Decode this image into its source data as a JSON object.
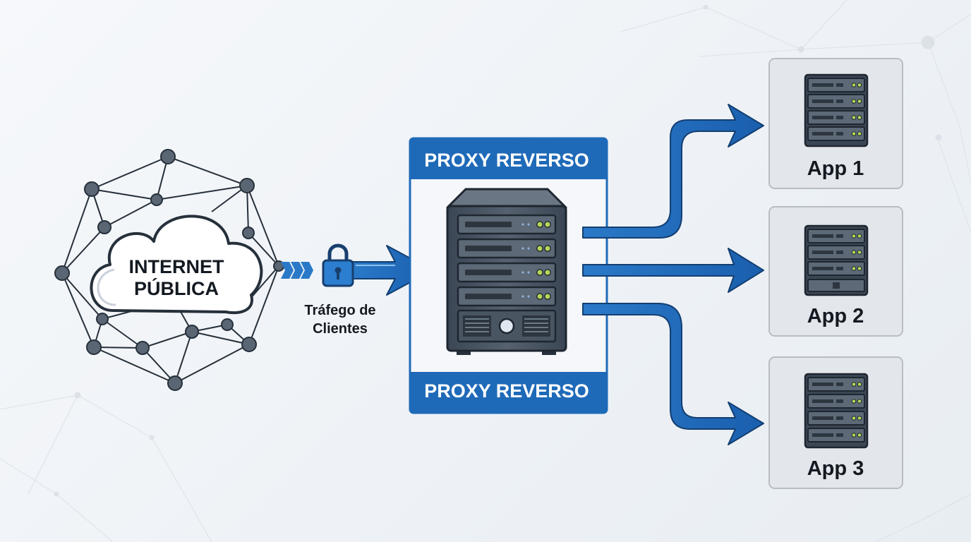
{
  "internet": {
    "line1": "INTERNET",
    "line2": "PÚBLICA"
  },
  "traffic": {
    "line1": "Tráfego de",
    "line2": "Clientes"
  },
  "proxy": {
    "top_label": "PROXY REVERSO",
    "bottom_label": "PROXY REVERSO"
  },
  "apps": [
    {
      "label": "App 1"
    },
    {
      "label": "App 2"
    },
    {
      "label": "App 3"
    }
  ],
  "colors": {
    "accent": "#1f6ab8",
    "accent_light": "#3b8fd8",
    "node": "#54606d",
    "line": "#2a3440",
    "panel": "#e3e6ea"
  },
  "icons": [
    "cloud-icon",
    "network-mesh-icon",
    "lock-icon",
    "server-rack-icon",
    "server-icon",
    "arrow-icon"
  ]
}
